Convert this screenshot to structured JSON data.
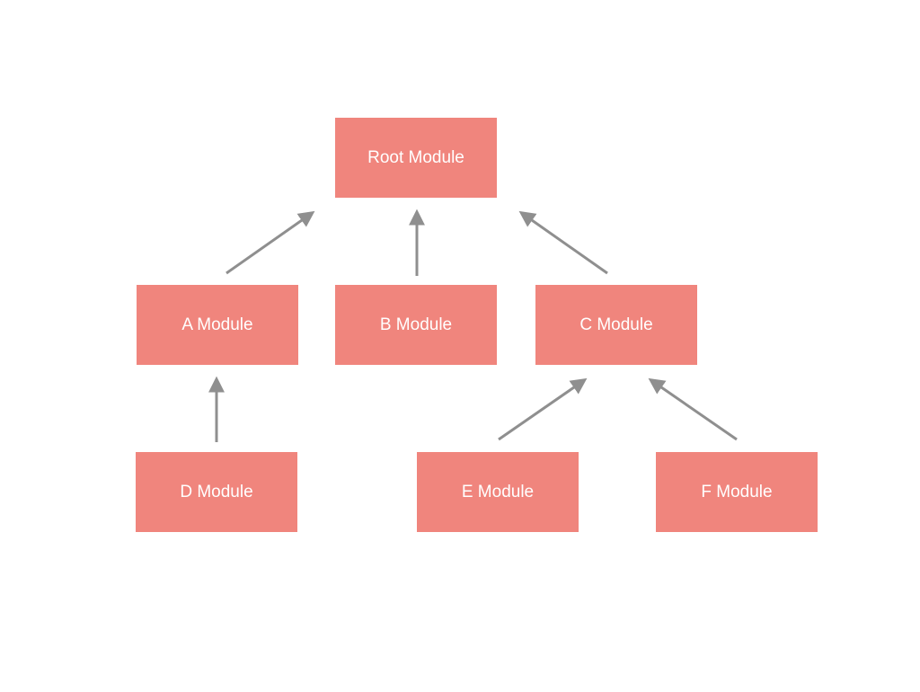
{
  "diagram": {
    "type": "module-dependency-tree",
    "colors": {
      "node_fill": "#f0857d",
      "node_text": "#ffffff",
      "edge": "#8f8f8f",
      "background": "#ffffff"
    },
    "nodes": {
      "root": {
        "label": "Root Module"
      },
      "a": {
        "label": "A Module"
      },
      "b": {
        "label": "B Module"
      },
      "c": {
        "label": "C Module"
      },
      "d": {
        "label": "D Module"
      },
      "e": {
        "label": "E Module"
      },
      "f": {
        "label": "F Module"
      }
    },
    "edges": [
      {
        "from": "a",
        "to": "root"
      },
      {
        "from": "b",
        "to": "root"
      },
      {
        "from": "c",
        "to": "root"
      },
      {
        "from": "d",
        "to": "a"
      },
      {
        "from": "e",
        "to": "c"
      },
      {
        "from": "f",
        "to": "c"
      }
    ]
  }
}
